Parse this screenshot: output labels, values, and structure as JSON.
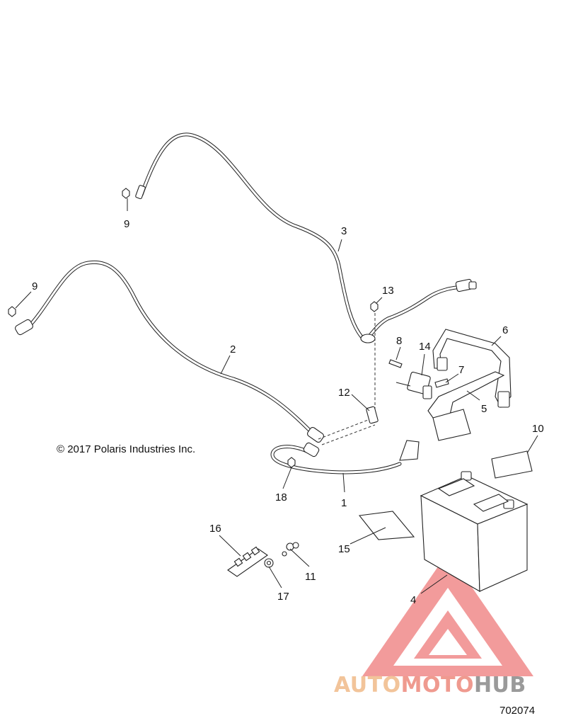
{
  "copyright": "© 2017 Polaris Industries Inc.",
  "diagram_number": "702074",
  "watermark": {
    "part1": "AUTO",
    "part2": "MOTO",
    "part3": "HUB",
    "colors": {
      "auto": "#f2c49a",
      "moto": "#ef9a8f",
      "hub": "#9a9a9a",
      "triangle": "#f08a8a"
    }
  },
  "callouts": {
    "c1": "1",
    "c2": "2",
    "c3": "3",
    "c4": "4",
    "c5": "5",
    "c6": "6",
    "c7": "7",
    "c8": "8",
    "c9a": "9",
    "c9b": "9",
    "c10": "10",
    "c11": "11",
    "c12": "12",
    "c13": "13",
    "c14": "14",
    "c15": "15",
    "c16": "16",
    "c17": "17",
    "c18": "18"
  }
}
